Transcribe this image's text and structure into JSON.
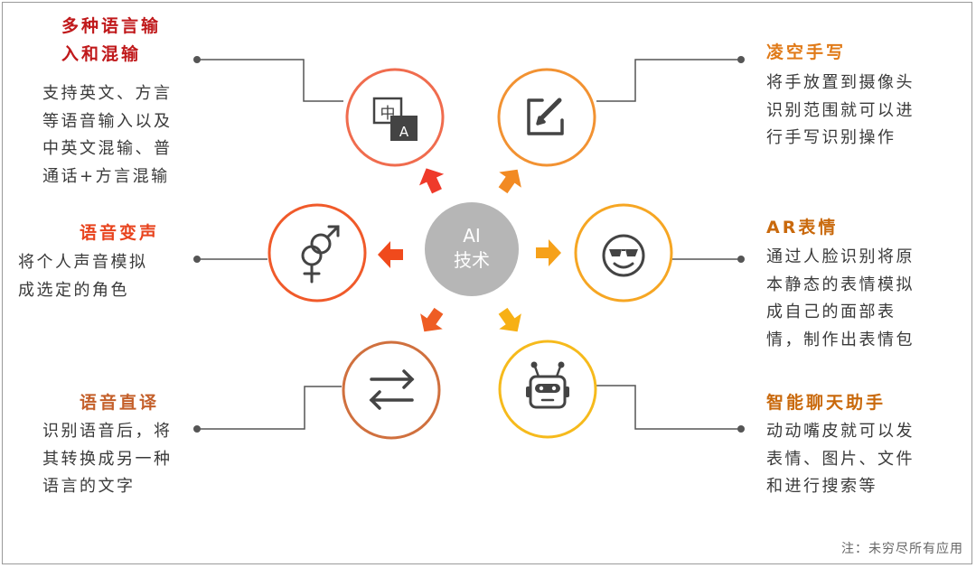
{
  "center": {
    "line1": "AI",
    "line2": "技术"
  },
  "features": {
    "multilingual": {
      "title_line1": "多种语言输",
      "title_line2": "入和混输",
      "desc": [
        "支持英文、方言",
        "等语音输入以及",
        "中英文混输、普",
        "通话+方言混输"
      ],
      "icon": "language-translate-icon",
      "icon_text_zh": "中",
      "icon_text_en": "A",
      "color": "#f06c4e"
    },
    "voice_change": {
      "title": "语音变声",
      "desc": [
        "将个人声音模拟",
        "成选定的角色"
      ],
      "icon": "gender-symbol-icon",
      "color": "#f05a2a"
    },
    "voice_translate": {
      "title": "语音直译",
      "desc": [
        "识别语音后，将",
        "其转换成另一种",
        "语言的文字"
      ],
      "icon": "swap-arrows-icon",
      "color": "#d0703e"
    },
    "air_writing": {
      "title": "凌空手写",
      "desc": [
        "将手放置到摄像头",
        "识别范围就可以进",
        "行手写识别操作"
      ],
      "icon": "edit-icon",
      "color": "#f29232"
    },
    "ar_emoji": {
      "title": "AR表情",
      "desc": [
        "通过人脸识别将原",
        "本静态的表情模拟",
        "成自己的面部表",
        "情，制作出表情包"
      ],
      "icon": "sunglasses-face-icon",
      "color": "#f6a623"
    },
    "smart_chat": {
      "title": "智能聊天助手",
      "desc": [
        "动动嘴皮就可以发",
        "表情、图片、文件",
        "和进行搜索等"
      ],
      "icon": "robot-icon",
      "color": "#f6ba1c"
    }
  },
  "colors": {
    "title_red": "#c0191b",
    "title_orange_red": "#e8431d",
    "title_brown": "#c45f2a",
    "title_orange": "#e07a18",
    "title_dark_orange": "#c9690c",
    "center_gray": "#b6b6b6",
    "connector": "#555555",
    "icon_dark": "#444444"
  },
  "footnote": "注：未穷尽所有应用"
}
